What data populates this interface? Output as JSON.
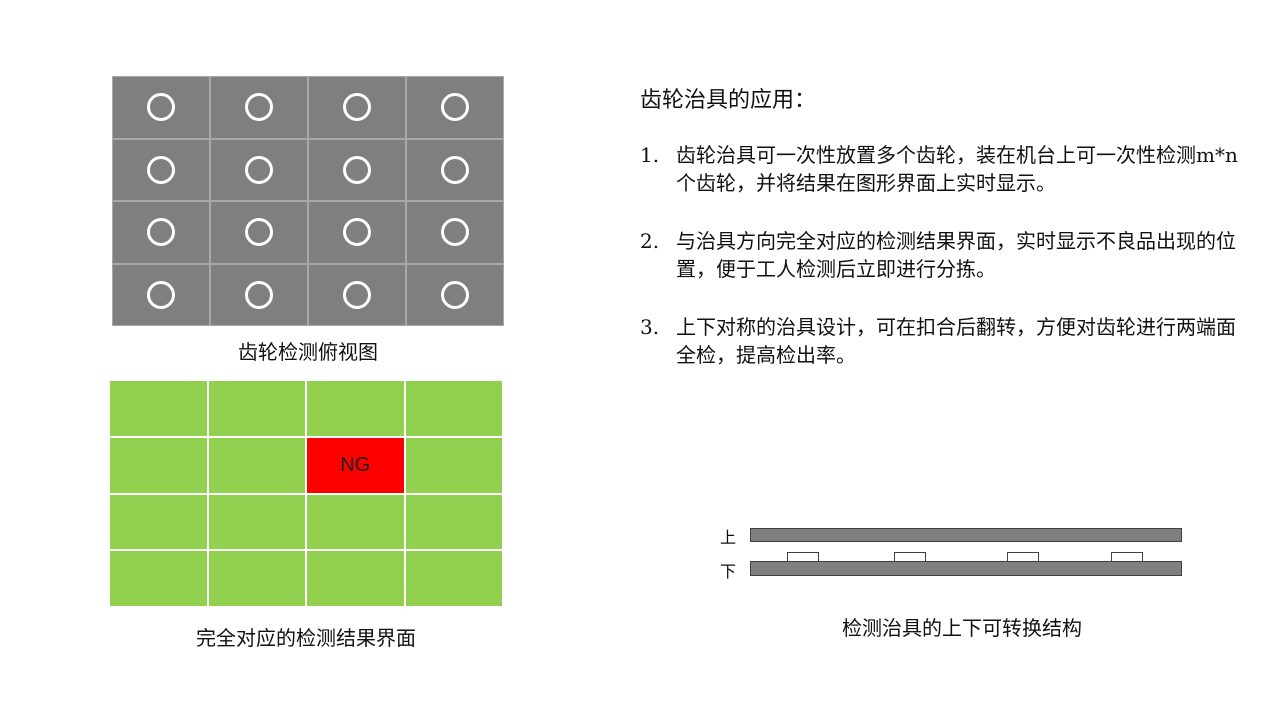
{
  "left_panel": {
    "gear_grid": {
      "rows": 4,
      "cols": 4
    },
    "top_view_caption": "齿轮检测俯视图",
    "result_grid": {
      "rows": 4,
      "cols": 4,
      "cells": [
        [
          "",
          "",
          "",
          ""
        ],
        [
          "",
          "",
          "NG",
          ""
        ],
        [
          "",
          "",
          "",
          ""
        ],
        [
          "",
          "",
          "",
          ""
        ]
      ],
      "ok_color": "#92d050",
      "ng_color": "#ff0000"
    },
    "result_caption": "完全对应的检测结果界面"
  },
  "right_panel": {
    "title": "齿轮治具的应用：",
    "items": [
      {
        "num": "1.",
        "text": "齿轮治具可一次性放置多个齿轮，装在机台上可一次性检测m*n个齿轮，并将结果在图形界面上实时显示。"
      },
      {
        "num": "2.",
        "text": "与治具方向完全对应的检测结果界面，实时显示不良品出现的位置，便于工人检测后立即进行分拣。"
      },
      {
        "num": "3.",
        "text": "上下对称的治具设计，可在扣合后翻转，方便对齿轮进行两端面全检，提高检出率。"
      }
    ]
  },
  "fixture_diagram": {
    "upper_label": "上",
    "lower_label": "下",
    "caption": "检测治具的上下可转换结构",
    "bar_color": "#7f7f7f"
  }
}
